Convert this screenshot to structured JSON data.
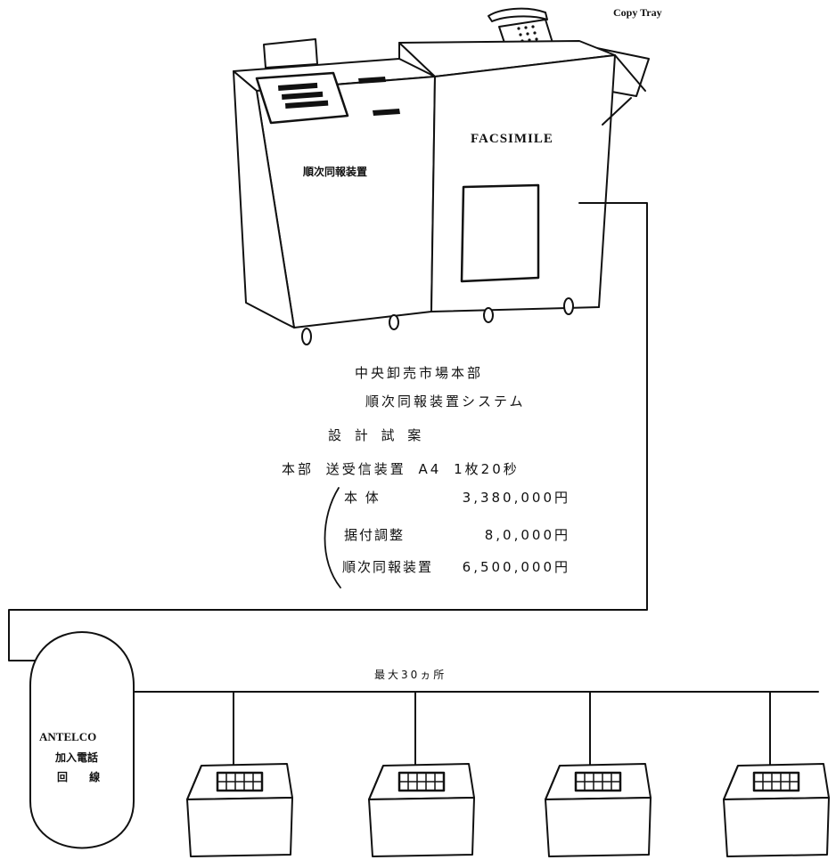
{
  "copy_tray_label": "Copy Tray",
  "facsimile_label": "FACSIMILE",
  "broadcast_unit_label": "順次同報装置",
  "title": {
    "line1": "中央卸売市場本部",
    "line2": "順次同報装置システム",
    "line3": "設 計 試 案"
  },
  "spec_line": "本部 送受信装置 A4 1枚20秒",
  "costs": [
    {
      "item": "本 体",
      "price": "3,380,000円"
    },
    {
      "item": "据付調整",
      "price": "8,0,000円"
    },
    {
      "item": "順次同報装置",
      "price": "6,500,000円"
    }
  ],
  "max_sites_label": "最大30ヵ所",
  "antelco": {
    "line1": "ANTELCO",
    "line2": "加入電話",
    "line3": "回 線"
  },
  "terminal_count": 4
}
